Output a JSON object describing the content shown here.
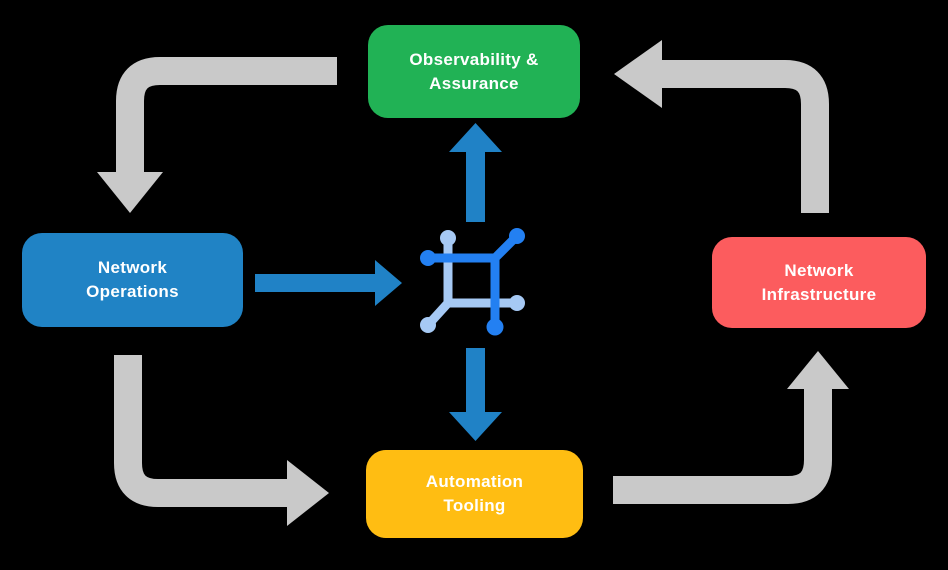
{
  "diagram": {
    "title": "Network automation closed-loop diagram",
    "background_color": "#000000",
    "colors": {
      "outer_arrow_gray": "#C9C9C9",
      "inner_arrow_blue": "#2082C6",
      "icon_dark_blue": "#2380F2",
      "icon_light_blue": "#A6C9F4",
      "text": "#FFFFFF"
    },
    "nodes": [
      {
        "id": "observability-assurance",
        "line1": "Observability &",
        "line2": "Assurance",
        "color": "#21B255",
        "text_color": "#FFFFFF"
      },
      {
        "id": "network-operations",
        "line1": "Network",
        "line2": "Operations",
        "color": "#2083C5",
        "text_color": "#FFFFFF"
      },
      {
        "id": "network-infrastructure",
        "line1": "Network",
        "line2": "Infrastructure",
        "color": "#FC5C5E",
        "text_color": "#FFFFFF"
      },
      {
        "id": "automation-tooling",
        "line1": "Automation",
        "line2": "Tooling",
        "color": "#FFBD12",
        "text_color": "#FFFFFF"
      }
    ],
    "center_icon": {
      "name": "network-automation-icon",
      "description": "square network glyph with node dots",
      "primary_color": "#2380F2",
      "secondary_color": "#A6C9F4"
    },
    "connections": [
      {
        "from": "observability-assurance",
        "to": "network-operations",
        "style": "gray-elbow",
        "direction": "left-then-down"
      },
      {
        "from": "network-operations",
        "to": "automation-tooling",
        "style": "gray-elbow",
        "direction": "down-then-right"
      },
      {
        "from": "automation-tooling",
        "to": "network-infrastructure",
        "style": "gray-elbow",
        "direction": "right-then-up"
      },
      {
        "from": "network-infrastructure",
        "to": "observability-assurance",
        "style": "gray-elbow",
        "direction": "up-then-left"
      },
      {
        "from": "network-operations",
        "to": "center-icon",
        "style": "blue-straight",
        "direction": "right"
      },
      {
        "from": "center-icon",
        "to": "observability-assurance",
        "style": "blue-straight",
        "direction": "up"
      },
      {
        "from": "center-icon",
        "to": "automation-tooling",
        "style": "blue-straight",
        "direction": "down"
      }
    ]
  }
}
